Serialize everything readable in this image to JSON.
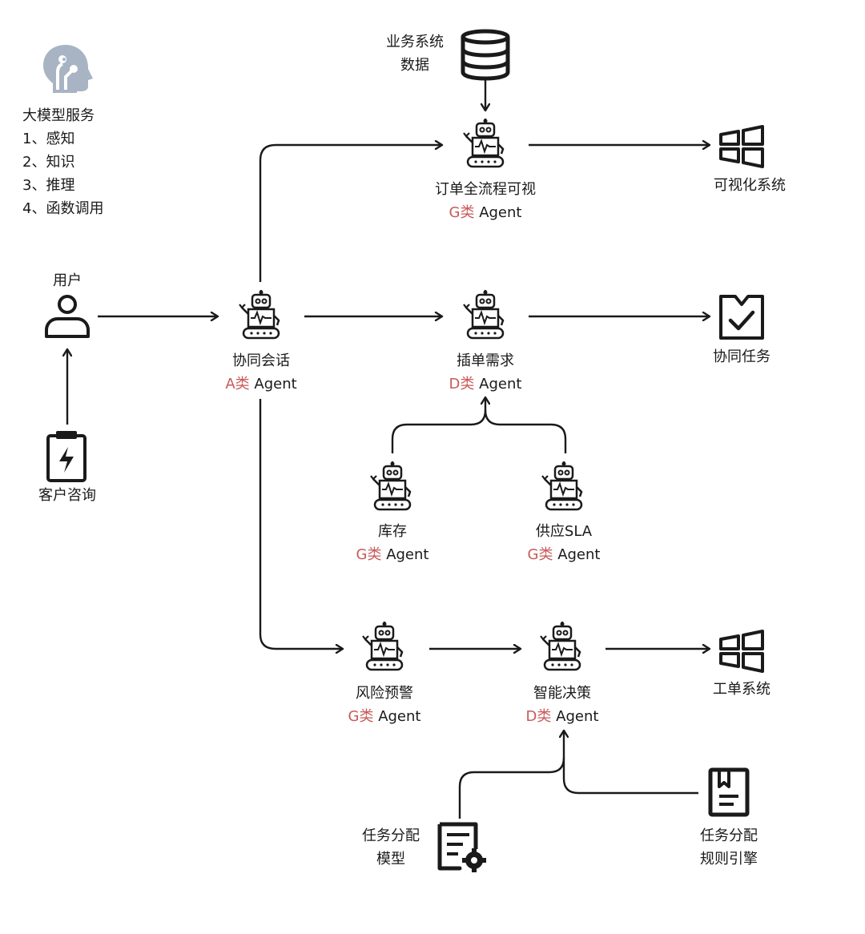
{
  "llm_service": {
    "icon": "head-circuit-icon",
    "title": "大模型服务",
    "items": [
      "1、感知",
      "2、知识",
      "3、推理",
      "4、函数调用"
    ]
  },
  "user": {
    "label": "用户",
    "icon": "user-icon"
  },
  "customer": {
    "label": "客户咨询",
    "icon": "clipboard-bolt-icon"
  },
  "business_data": {
    "line1": "业务系统",
    "line2": "数据",
    "icon": "database-icon"
  },
  "agents": {
    "session": {
      "name": "协同会话",
      "class": "A类",
      "suffix": " Agent",
      "icon": "robot-icon"
    },
    "order": {
      "name": "订单全流程可视",
      "class": "G类",
      "suffix": " Agent",
      "icon": "robot-icon"
    },
    "insert": {
      "name": "插单需求",
      "class": "D类",
      "suffix": " Agent",
      "icon": "robot-icon"
    },
    "inventory": {
      "name": "库存",
      "class": "G类",
      "suffix": " Agent",
      "icon": "robot-icon"
    },
    "supply": {
      "name": "供应SLA",
      "class": "G类",
      "suffix": " Agent",
      "icon": "robot-icon"
    },
    "risk": {
      "name": "风险预警",
      "class": "G类",
      "suffix": " Agent",
      "icon": "robot-icon"
    },
    "decision": {
      "name": "智能决策",
      "class": "D类",
      "suffix": " Agent",
      "icon": "robot-icon"
    }
  },
  "outputs": {
    "visual": {
      "label": "可视化系统",
      "icon": "windows-grid-icon"
    },
    "task": {
      "label": "协同任务",
      "icon": "task-check-icon"
    },
    "workflow": {
      "label": "工单系统",
      "icon": "windows-grid-icon"
    }
  },
  "models": {
    "assign_model": {
      "line1": "任务分配",
      "line2": "模型",
      "icon": "document-gear-icon"
    },
    "rule_engine": {
      "line1": "任务分配",
      "line2": "规则引擎",
      "icon": "bookmark-document-icon"
    }
  },
  "colors": {
    "accent": "#c85a5a",
    "stroke": "#1a1a1a",
    "muted_icon": "#a8b4c4"
  }
}
